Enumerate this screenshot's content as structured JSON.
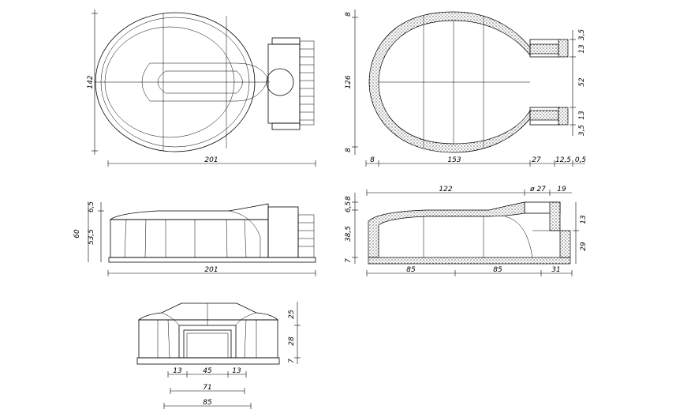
{
  "views": {
    "top_left": {
      "height_label": "142",
      "width_label": "201"
    },
    "top_right": {
      "left_labels": [
        "8",
        "126",
        "8"
      ],
      "right_labels": [
        "3,5",
        "13",
        "52",
        "13",
        "3,5"
      ],
      "bottom_labels": [
        "8",
        "153",
        "27",
        "12,5",
        "0,5"
      ]
    },
    "mid_left": {
      "left_total": "60",
      "left_labels": [
        "6,5",
        "53,5"
      ],
      "width_label": "201"
    },
    "mid_right": {
      "top_labels": [
        "122",
        "ø 27",
        "19"
      ],
      "left_labels": [
        "8",
        "6,5",
        "38,5",
        "7"
      ],
      "right_labels": [
        "13",
        "29"
      ],
      "bottom_labels": [
        "85",
        "85",
        "31"
      ]
    },
    "front": {
      "right_labels": [
        "25",
        "28",
        "7"
      ],
      "opening_labels": [
        "13",
        "45",
        "13"
      ],
      "inner_width": "71",
      "outer_width": "85"
    }
  }
}
